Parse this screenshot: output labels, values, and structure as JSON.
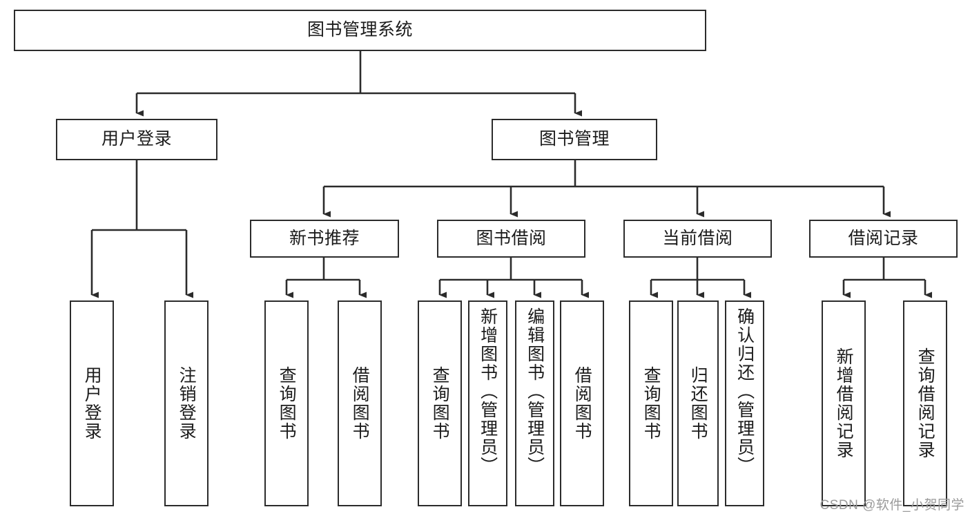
{
  "diagram": {
    "title": "图书管理系统",
    "type": "tree-hierarchy-chart",
    "colors": {
      "box_border": "#2b2b2b",
      "box_fill": "#ffffff",
      "connector": "#2b2b2b",
      "text": "#1b1b1b",
      "watermark": "#9a9a9a",
      "background": "#ffffff"
    },
    "watermark": "CSDN @软件_小贺同学",
    "nodes": {
      "root": {
        "label": "图书管理系统"
      },
      "level1": [
        {
          "id": "user-login",
          "label": "用户登录"
        },
        {
          "id": "book-manage",
          "label": "图书管理"
        }
      ],
      "level2": [
        {
          "id": "new-book-recommend",
          "label": "新书推荐"
        },
        {
          "id": "book-borrow",
          "label": "图书借阅"
        },
        {
          "id": "current-borrow",
          "label": "当前借阅"
        },
        {
          "id": "borrow-record",
          "label": "借阅记录"
        }
      ],
      "leaves": {
        "user_login": [
          {
            "id": "leaf-user-login",
            "label": "用户登录"
          },
          {
            "id": "leaf-user-logout",
            "label": "注销登录"
          }
        ],
        "new_book_recommend": [
          {
            "id": "leaf-query-book-1",
            "label": "查询图书"
          },
          {
            "id": "leaf-borrow-book-1",
            "label": "借阅图书"
          }
        ],
        "book_borrow": [
          {
            "id": "leaf-query-book-2",
            "label": "查询图书"
          },
          {
            "id": "leaf-add-book",
            "label": "新增图书（管理员）"
          },
          {
            "id": "leaf-edit-book",
            "label": "编辑图书（管理员）"
          },
          {
            "id": "leaf-borrow-book-2",
            "label": "借阅图书"
          }
        ],
        "current_borrow": [
          {
            "id": "leaf-query-book-3",
            "label": "查询图书"
          },
          {
            "id": "leaf-return-book",
            "label": "归还图书"
          },
          {
            "id": "leaf-confirm-return",
            "label": "确认归还（管理员）"
          }
        ],
        "borrow_record": [
          {
            "id": "leaf-add-record",
            "label": "新增借阅记录"
          },
          {
            "id": "leaf-query-record",
            "label": "查询借阅记录"
          }
        ]
      }
    }
  }
}
